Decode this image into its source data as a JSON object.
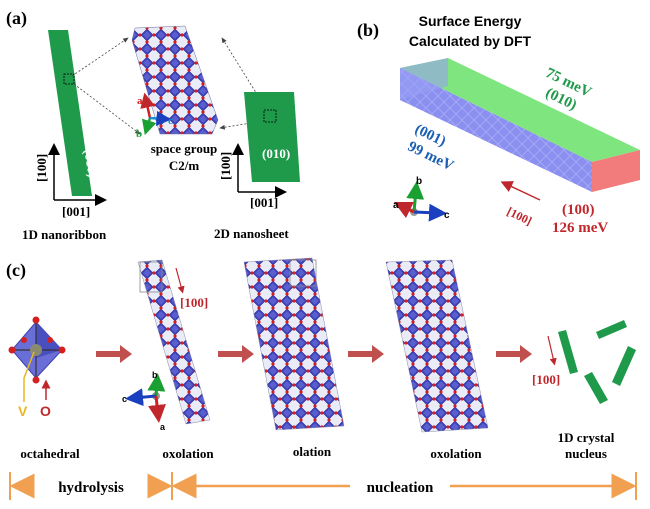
{
  "panel_a": {
    "label": "(a)",
    "ribbon_facet": "(010)",
    "ribbon_axis_vertical": "[100]",
    "ribbon_axis_horizontal": "[001]",
    "ribbon_caption": "1D nanoribbon",
    "space_group_line1": "space group",
    "space_group_line2": "C2/m",
    "crystal_axis_a": "a",
    "crystal_axis_b": "b",
    "crystal_axis_c": "c",
    "sheet_facet": "(010)",
    "sheet_axis_vertical": "[100]",
    "sheet_axis_horizontal": "[001]",
    "sheet_caption": "2D nanosheet",
    "colors": {
      "green": "#1e9a4a",
      "crystal": "#3b3fb0",
      "oxygen": "#d42020"
    }
  },
  "panel_b": {
    "label": "(b)",
    "title_line1": "Surface Energy",
    "title_line2": "Calculated by DFT",
    "top_energy": "75 meV",
    "top_facet": "(010)",
    "front_facet": "(001)",
    "front_energy": "99 meV",
    "end_facet": "(100)",
    "end_energy": "126 meV",
    "direction": "[100]",
    "axis_a": "a",
    "axis_b": "b",
    "axis_c": "c",
    "colors": {
      "top": "#7fe57f",
      "front": "#8a8ff0",
      "end": "#f27b7b",
      "green_text": "#1e9a4a",
      "blue_text": "#1a5fb4",
      "red_text": "#c0272d"
    }
  },
  "panel_c": {
    "label": "(c)",
    "vo_v": "V",
    "vo_o": "O",
    "direction_1": "[100]",
    "direction_2": "[100]",
    "axis_a": "a",
    "axis_b": "b",
    "axis_c": "c",
    "stage_labels": [
      "octahedral",
      "oxolation",
      "olation",
      "oxolation"
    ],
    "nucleus_line1": "1D crystal",
    "nucleus_line2": "nucleus",
    "phase_1": "hydrolysis",
    "phase_2": "nucleation",
    "colors": {
      "arrow": "#c0504d",
      "bracket": "#f0a050",
      "green": "#1e9a4a"
    }
  }
}
